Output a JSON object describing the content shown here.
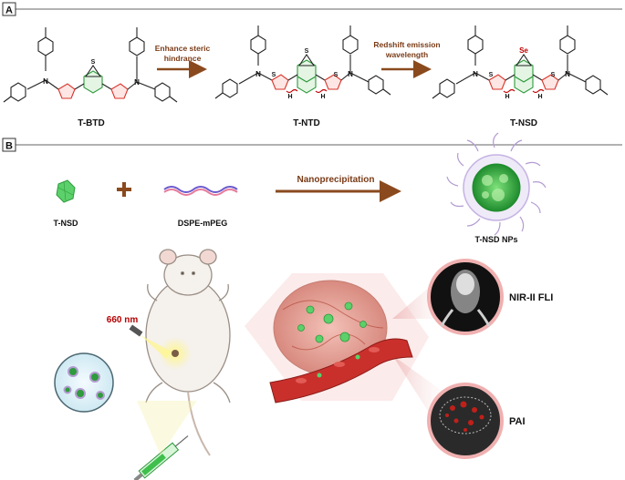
{
  "panel_a": {
    "letter": "A",
    "molecules": [
      "T-BTD",
      "T-NTD",
      "T-NSD"
    ],
    "arrow1_line1": "Enhance steric",
    "arrow1_line2": "hindrance",
    "arrow2_line1": "Redshift emission",
    "arrow2_line2": "wavelength",
    "atoms": {
      "N": "N",
      "S": "S",
      "Se": "Se",
      "H": "H"
    }
  },
  "panel_b": {
    "letter": "B",
    "component1": "T-NSD",
    "component2": "DSPE-mPEG",
    "process": "Nanoprecipitation",
    "product": "T-NSD NPs",
    "laser": "660 nm",
    "imaging1": "NIR-II FLI",
    "imaging2": "PAI"
  },
  "colors": {
    "arrow": "#8a4a1e",
    "thiophene": "#d9342b",
    "benzo_green": "#2e9b3c",
    "panel_border": "#333333",
    "laser_red": "#b30000"
  }
}
